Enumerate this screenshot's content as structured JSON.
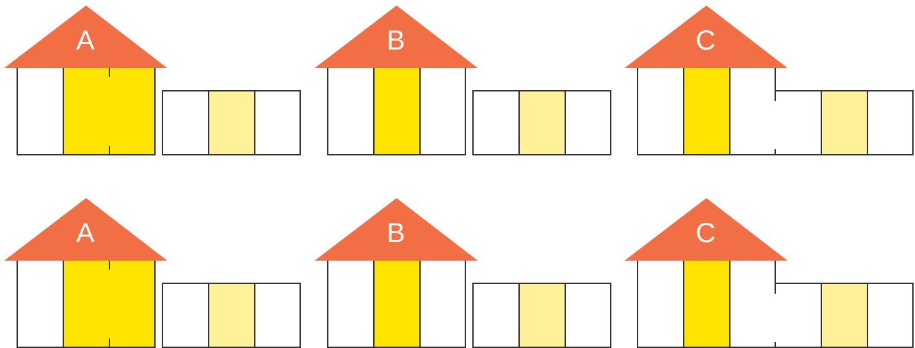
{
  "colors": {
    "roof": "#F26E45",
    "door_bright": "#FFE400",
    "panel_pale": "#FFF09A",
    "outline": "#333333",
    "label": "#FFFFFF",
    "background": "#FFFFFF"
  },
  "rows": [
    {
      "houses": [
        {
          "label": "A",
          "variant": "A"
        },
        {
          "label": "B",
          "variant": "B"
        },
        {
          "label": "C",
          "variant": "C"
        }
      ]
    },
    {
      "houses": [
        {
          "label": "A",
          "variant": "A"
        },
        {
          "label": "B",
          "variant": "B"
        },
        {
          "label": "C",
          "variant": "C"
        }
      ]
    }
  ]
}
